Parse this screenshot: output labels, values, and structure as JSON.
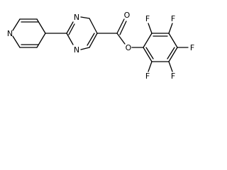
{
  "colors": {
    "background": "#ffffff",
    "ink": "#000000"
  },
  "atoms": [
    {
      "id": "pyridine-n",
      "label": "N"
    },
    {
      "id": "pyrimidine-n1",
      "label": "N"
    },
    {
      "id": "pyrimidine-n3",
      "label": "N"
    },
    {
      "id": "carbonyl-o",
      "label": "O"
    },
    {
      "id": "ester-o",
      "label": "O"
    },
    {
      "id": "f-ortho-upper",
      "label": "F"
    },
    {
      "id": "f-meta-upper",
      "label": "F"
    },
    {
      "id": "f-para",
      "label": "F"
    },
    {
      "id": "f-meta-lower",
      "label": "F"
    },
    {
      "id": "f-ortho-lower",
      "label": "F"
    }
  ]
}
